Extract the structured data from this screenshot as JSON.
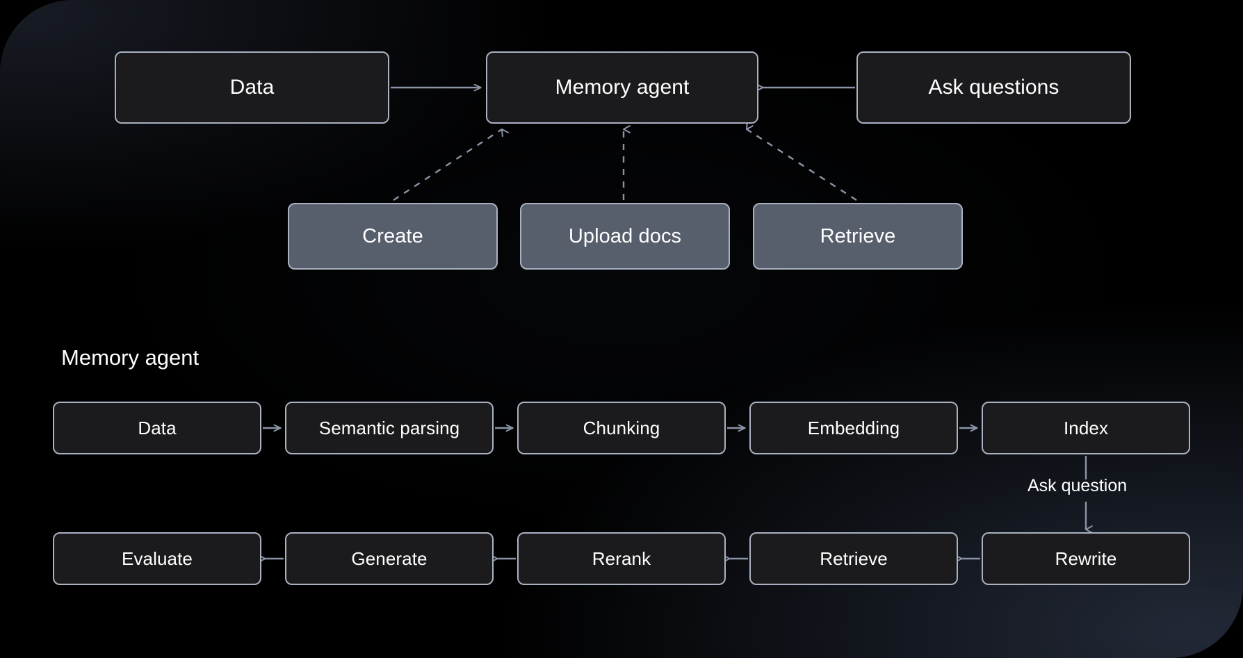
{
  "diagram": {
    "type": "flowchart",
    "background_colors": {
      "page": "#000000",
      "panel_dark": "#1a1e27",
      "panel_light": "#2b3243"
    },
    "node_colors": {
      "dark_fill": "#1b1b1d",
      "slate_fill": "#575e6c",
      "border": "#aab2c2",
      "text": "#ffffff",
      "edge": "#8b94a6"
    },
    "top_cluster": {
      "nodes": [
        {
          "id": "data",
          "label": "Data",
          "style": "dark"
        },
        {
          "id": "memory_agent",
          "label": "Memory agent",
          "style": "dark"
        },
        {
          "id": "ask_questions",
          "label": "Ask questions",
          "style": "dark"
        },
        {
          "id": "create",
          "label": "Create",
          "style": "slate"
        },
        {
          "id": "upload_docs",
          "label": "Upload docs",
          "style": "slate"
        },
        {
          "id": "retrieve",
          "label": "Retrieve",
          "style": "slate"
        }
      ],
      "edges": [
        {
          "from": "data",
          "to": "memory_agent",
          "style": "solid",
          "direction": "right"
        },
        {
          "from": "ask_questions",
          "to": "memory_agent",
          "style": "solid",
          "direction": "left"
        },
        {
          "from": "create",
          "to": "memory_agent",
          "style": "dashed",
          "direction": "up"
        },
        {
          "from": "upload_docs",
          "to": "memory_agent",
          "style": "dashed",
          "direction": "up"
        },
        {
          "from": "retrieve",
          "to": "memory_agent",
          "style": "dashed",
          "direction": "up"
        }
      ]
    },
    "detail_section": {
      "title": "Memory agent",
      "ingest_row": [
        {
          "id": "p_data",
          "label": "Data"
        },
        {
          "id": "p_semantic_parsing",
          "label": "Semantic parsing"
        },
        {
          "id": "p_chunking",
          "label": "Chunking"
        },
        {
          "id": "p_embedding",
          "label": "Embedding"
        },
        {
          "id": "p_index",
          "label": "Index"
        }
      ],
      "query_row": [
        {
          "id": "p_evaluate",
          "label": "Evaluate"
        },
        {
          "id": "p_generate",
          "label": "Generate"
        },
        {
          "id": "p_rerank",
          "label": "Rerank"
        },
        {
          "id": "p_retrieve",
          "label": "Retrieve"
        },
        {
          "id": "p_rewrite",
          "label": "Rewrite"
        }
      ],
      "connector_label": "Ask question",
      "ingest_flow_direction": "left-to-right",
      "query_flow_direction": "right-to-left"
    }
  }
}
